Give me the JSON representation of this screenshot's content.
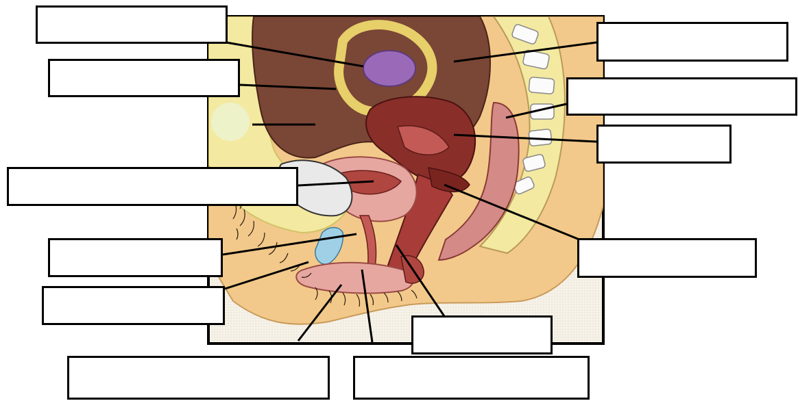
{
  "diagram": {
    "type": "anatomical-illustration",
    "subject": "female-pelvis-sagittal-section",
    "label_count": 12,
    "labels": [
      "",
      "",
      "",
      "",
      "",
      "",
      "",
      "",
      "",
      "",
      "",
      ""
    ]
  },
  "colors": {
    "skin": "#f2c98a",
    "fat": "#f3e9a0",
    "bowel": "#7a4636",
    "uterus": "#8a2e2a",
    "ovary": "#9a6ab8",
    "bladder": "#e6a7a0",
    "vessel": "#9fd0e6",
    "bone": "#e9e9e9",
    "vertebra": "#fbfbfb",
    "background": "#ffffff",
    "outline": "#000000"
  }
}
